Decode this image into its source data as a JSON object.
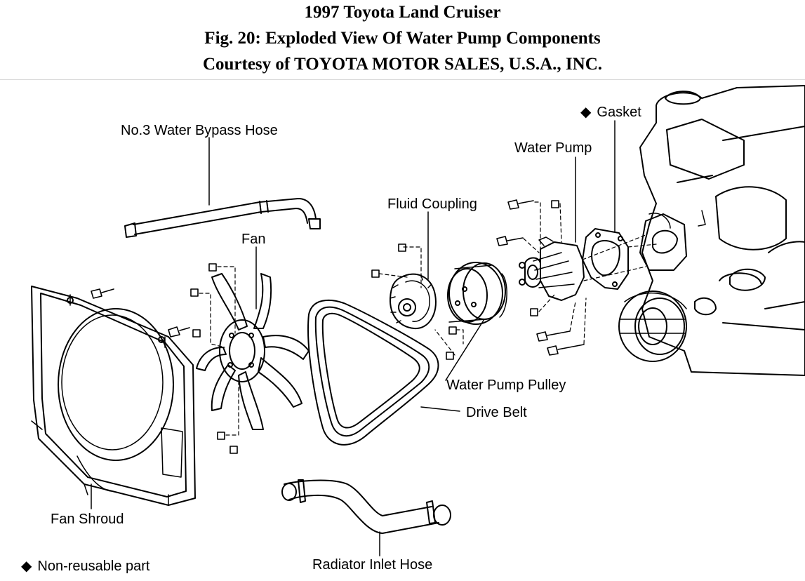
{
  "header": {
    "line1": "1997 Toyota Land Cruiser",
    "line2": "Fig. 20: Exploded View Of Water Pump Components",
    "line3": "Courtesy of TOYOTA MOTOR SALES, U.S.A., INC."
  },
  "labels": {
    "bypass_hose": "No.3 Water Bypass Hose",
    "fan": "Fan",
    "fluid_coupling": "Fluid Coupling",
    "water_pump": "Water Pump",
    "gasket": "Gasket",
    "water_pump_pulley": "Water Pump Pulley",
    "drive_belt": "Drive Belt",
    "fan_shroud": "Fan Shroud",
    "radiator_inlet_hose": "Radiator Inlet Hose",
    "legend_non_reusable": "Non-reusable part"
  },
  "symbols": {
    "non_reusable_marker": "◆"
  }
}
